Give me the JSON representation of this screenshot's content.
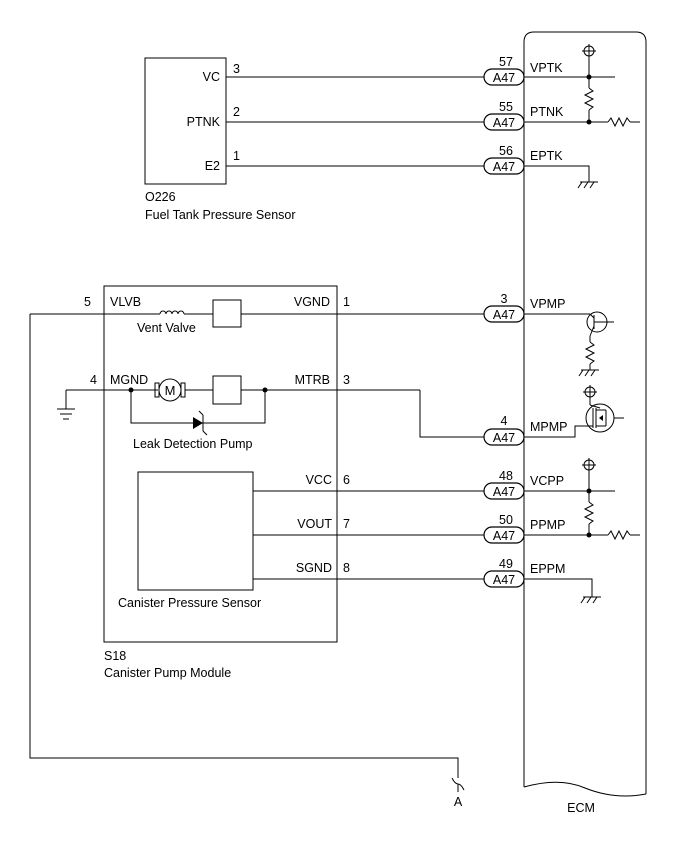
{
  "sensor": {
    "code": "O226",
    "name": "Fuel Tank Pressure Sensor",
    "pins": [
      {
        "label": "VC",
        "pin": "3"
      },
      {
        "label": "PTNK",
        "pin": "2"
      },
      {
        "label": "E2",
        "pin": "1"
      }
    ]
  },
  "module": {
    "code": "S18",
    "name": "Canister Pump Module",
    "vlvb_label": "VLVB",
    "vlvb_pin": "5",
    "vgnd_label": "VGND",
    "vgnd_pin": "1",
    "mgnd_label": "MGND",
    "mgnd_pin": "4",
    "mtrb_label": "MTRB",
    "mtrb_pin": "3",
    "vcc_label": "VCC",
    "vcc_pin": "6",
    "vout_label": "VOUT",
    "vout_pin": "7",
    "sgnd_label": "SGND",
    "sgnd_pin": "8",
    "vent_valve": "Vent Valve",
    "pump": "Leak Detection Pump",
    "motor_symbol": "M",
    "pressure_sensor": "Canister Pressure Sensor"
  },
  "connectors": [
    {
      "id": "A47",
      "pin": "57",
      "ecm_label": "VPTK"
    },
    {
      "id": "A47",
      "pin": "55",
      "ecm_label": "PTNK"
    },
    {
      "id": "A47",
      "pin": "56",
      "ecm_label": "EPTK"
    },
    {
      "id": "A47",
      "pin": "3",
      "ecm_label": "VPMP"
    },
    {
      "id": "A47",
      "pin": "4",
      "ecm_label": "MPMP"
    },
    {
      "id": "A47",
      "pin": "48",
      "ecm_label": "VCPP"
    },
    {
      "id": "A47",
      "pin": "50",
      "ecm_label": "PPMP"
    },
    {
      "id": "A47",
      "pin": "49",
      "ecm_label": "EPPM"
    }
  ],
  "ecm": {
    "label": "ECM"
  },
  "continuation": {
    "label": "A"
  }
}
